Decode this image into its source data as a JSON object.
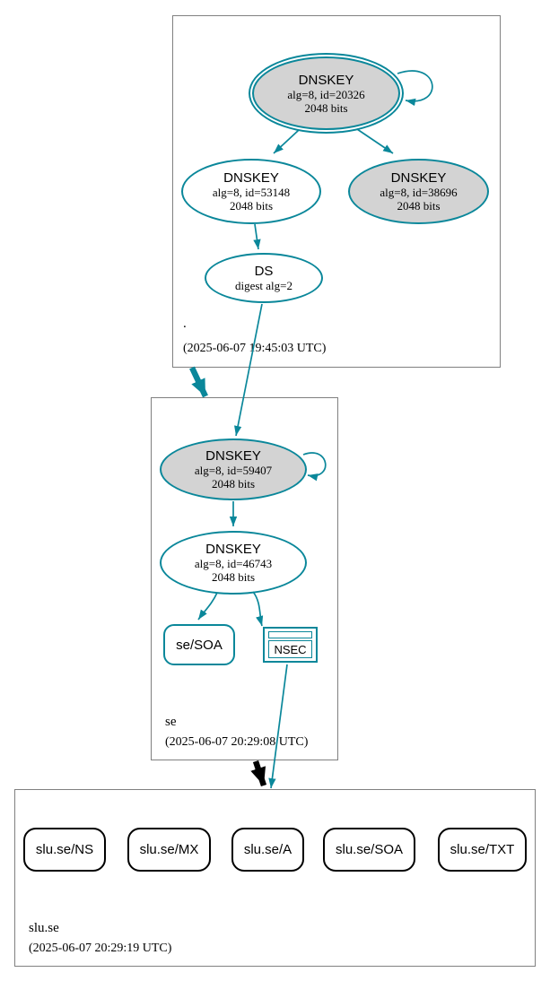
{
  "colors": {
    "secure_teal": "#0a879a",
    "insecure_black": "#000000",
    "sep_key_fill": "#d3d3d3",
    "node_fill": "#ffffff",
    "zone_box_border": "#808080"
  },
  "zones": {
    "root": {
      "name": ".",
      "timestamp": "(2025-06-07 19:45:03 UTC)"
    },
    "se": {
      "name": "se",
      "timestamp": "(2025-06-07 20:29:08 UTC)"
    },
    "slu_se": {
      "name": "slu.se",
      "timestamp": "(2025-06-07 20:29:19 UTC)"
    }
  },
  "nodes": {
    "root_ksk": {
      "title": "DNSKEY",
      "detail1": "alg=8, id=20326",
      "detail2": "2048 bits"
    },
    "root_zsk": {
      "title": "DNSKEY",
      "detail1": "alg=8, id=53148",
      "detail2": "2048 bits"
    },
    "root_key_38696": {
      "title": "DNSKEY",
      "detail1": "alg=8, id=38696",
      "detail2": "2048 bits"
    },
    "root_ds": {
      "title": "DS",
      "detail1": "digest alg=2"
    },
    "se_ksk": {
      "title": "DNSKEY",
      "detail1": "alg=8, id=59407",
      "detail2": "2048 bits"
    },
    "se_zsk": {
      "title": "DNSKEY",
      "detail1": "alg=8, id=46743",
      "detail2": "2048 bits"
    },
    "se_soa": {
      "label": "se/SOA"
    },
    "se_nsec": {
      "label": "NSEC"
    },
    "slu_ns": {
      "label": "slu.se/NS"
    },
    "slu_mx": {
      "label": "slu.se/MX"
    },
    "slu_a": {
      "label": "slu.se/A"
    },
    "slu_soa": {
      "label": "slu.se/SOA"
    },
    "slu_txt": {
      "label": "slu.se/TXT"
    }
  }
}
